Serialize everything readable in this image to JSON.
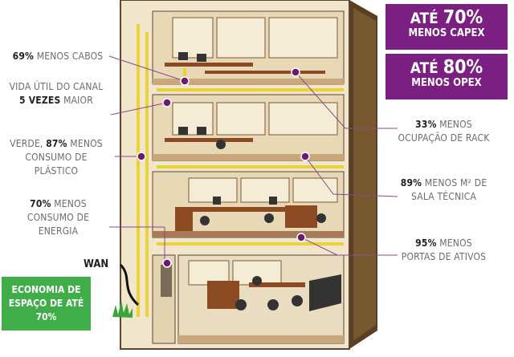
{
  "left_labels": [
    {
      "bold": "69%",
      "text": " MENOS CABOS"
    },
    {
      "pre": "VIDA ÚTIL DO CANAL ",
      "bold": "5 VEZES",
      "post": " MAIOR"
    },
    {
      "pre": "VERDE, ",
      "bold": "87%",
      "post": " MENOS CONSUMO DE PLÁSTICO"
    },
    {
      "bold": "70%",
      "text": " MENOS CONSUMO DE ENERGIA"
    }
  ],
  "right_labels": [
    {
      "bold": "33%",
      "text": " MENOS OCUPAÇÃO DE RACK"
    },
    {
      "bold": "89%",
      "text": " MENOS M² DE SALA TÉCNICA"
    },
    {
      "bold": "95%",
      "text": " MENOS PORTAS DE ATIVOS"
    }
  ],
  "boxes": [
    {
      "pre": "ATÉ ",
      "value": "70%",
      "sub": "MENOS CAPEX"
    },
    {
      "pre": "ATÉ ",
      "value": "80%",
      "sub": "MENOS OPEX"
    }
  ],
  "wan": "WAN",
  "green_box": "ECONOMIA DE ESPAÇO DE ATÉ 70%",
  "colors": {
    "purple": "#7b1f82",
    "green": "#3fae49",
    "cable": "#e8d43a",
    "wall": "#efe3c8"
  }
}
